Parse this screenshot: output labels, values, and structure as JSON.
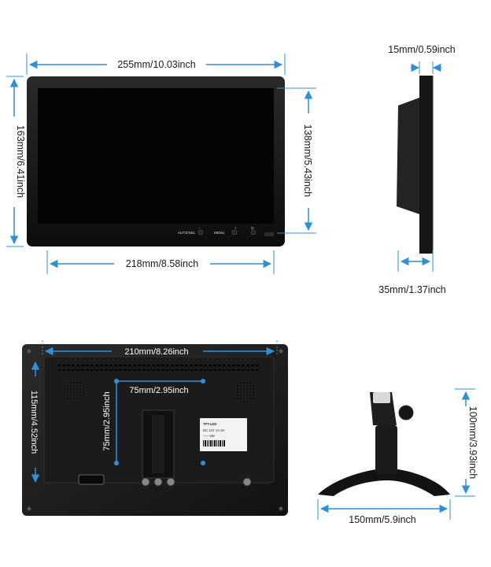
{
  "dimensions": {
    "front_width": "255mm/10.03inch",
    "front_height": "163mm/6.41inch",
    "screen_height": "138mm/5.43inch",
    "screen_width": "218mm/8.58inch",
    "side_top_thickness": "15mm/0.59inch",
    "side_base_depth": "35mm/1.37inch",
    "back_width": "210mm/8.26inch",
    "back_height": "115mm/4.52inch",
    "vesa_horizontal": "75mm/2.95inch",
    "vesa_vertical": "75mm/2.95inch",
    "stand_height": "100mm/3.93inch",
    "stand_width": "150mm/5.9inch"
  },
  "front_buttons": [
    "AUTO/SEL",
    "-",
    "MENU",
    "+",
    "⏻"
  ],
  "sticker": {
    "title": "TFT-LED",
    "line1": "DC 12V 1A-2A",
    "line2": "——2W"
  },
  "colors": {
    "dimension_line": "#2f8fd8",
    "monitor_body": "#151515",
    "screen": "#050505"
  }
}
